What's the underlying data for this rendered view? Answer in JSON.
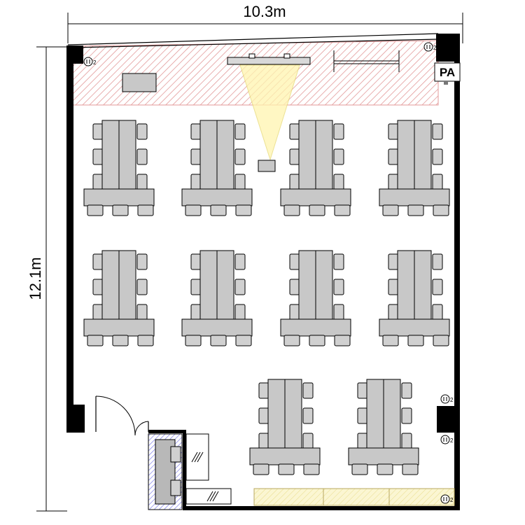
{
  "dimensions": {
    "width_label": "10.3m",
    "height_label": "12.1m"
  },
  "equipment": {
    "pa_label": "PA",
    "outlet_label": "2"
  },
  "colors": {
    "wall": "#000000",
    "table_fill": "#c8c8c8",
    "chair_fill": "#d0d0d0",
    "stage_hatch": "#e8a0a0",
    "projection_beam": "#fff3a8",
    "counter_fill": "#fbf4c6",
    "cabinet_hatch": "#8a8af0"
  },
  "layout": {
    "table_groups": 10,
    "seats_per_group": 9
  }
}
